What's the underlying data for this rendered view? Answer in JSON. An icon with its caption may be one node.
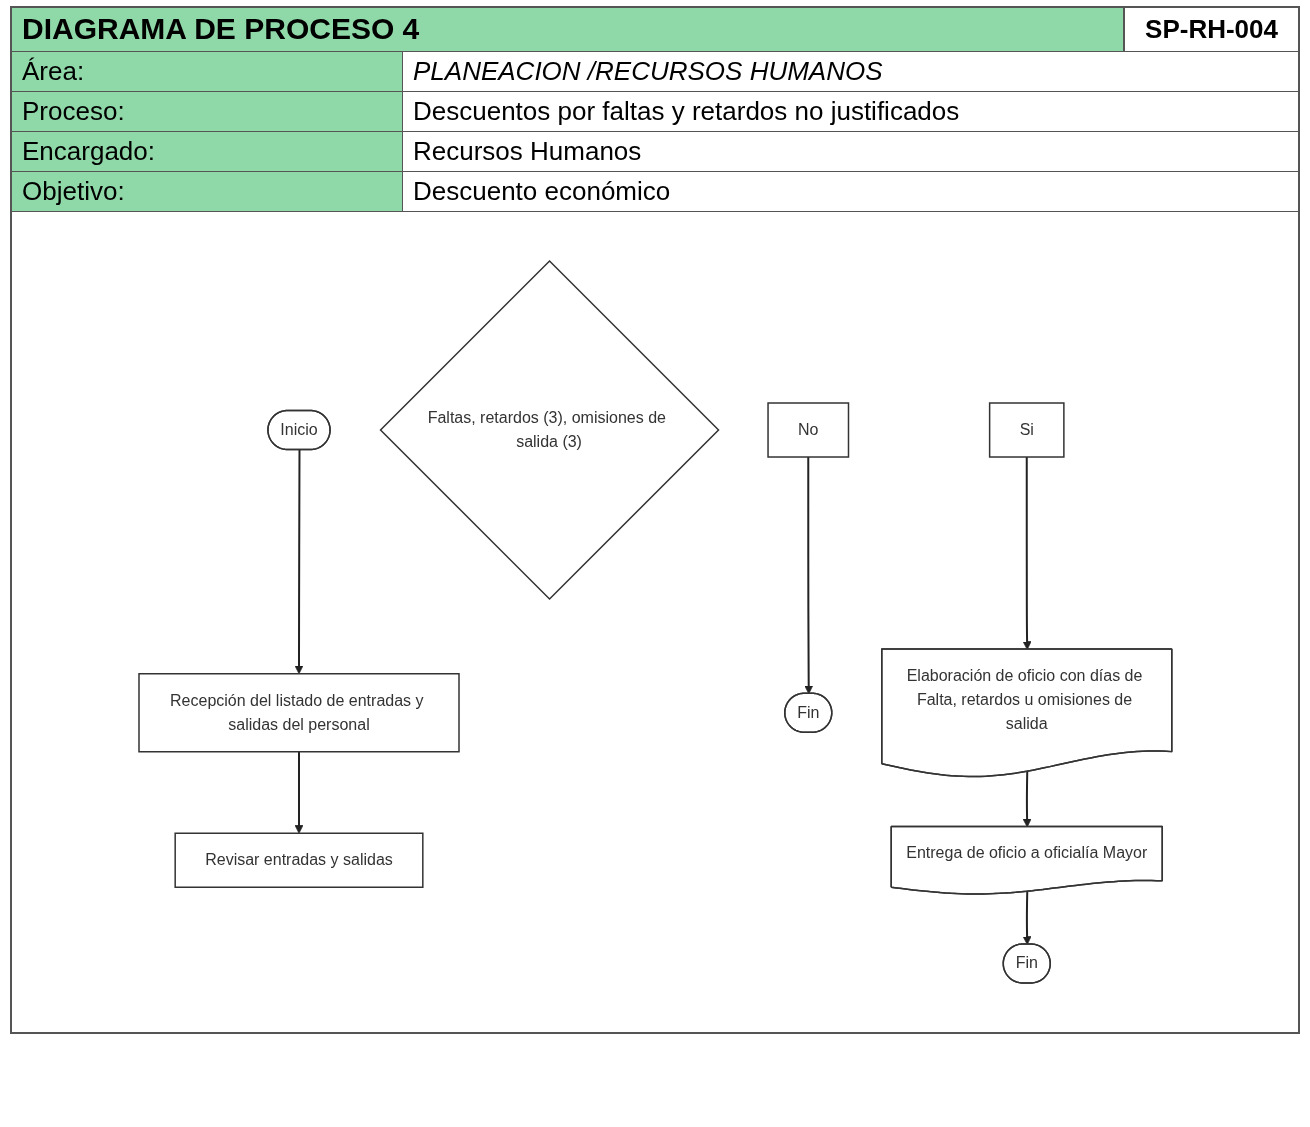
{
  "diagram": {
    "title": "DIAGRAMA DE PROCESO 4",
    "nodes": [
      {
        "text": [
          "Inicio"
        ]
      },
      {
        "text": [
          "Recepción del listado de entradas y salidas del personal"
        ]
      },
      {
        "text": [
          "Revisar entradas y salidas"
        ]
      },
      {
        "text": [
          "Faltas, retardos (3), omisiones de salida (3)"
        ]
      },
      {
        "text": [
          "No"
        ]
      },
      {
        "text": [
          "Si"
        ]
      },
      {
        "text": [
          "Fin"
        ]
      },
      {
        "text": [
          "Elaboración de oficio con días de Falta, retardos u omisiones de salida"
        ]
      },
      {
        "text": [
          "Entrega de oficio a oficialía Mayor"
        ]
      },
      {
        "text": [
          "Fin"
        ]
      }
    ],
    "edges": [
      {
        "from": 0,
        "to": 1,
        "arrow": "to"
      },
      {
        "from": 1,
        "to": 2,
        "arrow": "to"
      },
      {
        "from": 4,
        "to": 6,
        "arrow": "to"
      },
      {
        "from": 5,
        "to": 7,
        "arrow": "to"
      },
      {
        "from": 7,
        "to": 8,
        "arrow": "to"
      },
      {
        "from": 8,
        "to": 9,
        "arrow": "to"
      }
    ],
    "labels": [
      "SP-RH-004",
      "Área:",
      "PLANEACION /RECURSOS HUMANOS",
      "Proceso:",
      "Descuentos por faltas y retardos no justificados",
      "Encargado:",
      "Recursos Humanos",
      "Objetivo:",
      "Descuento económico"
    ]
  }
}
